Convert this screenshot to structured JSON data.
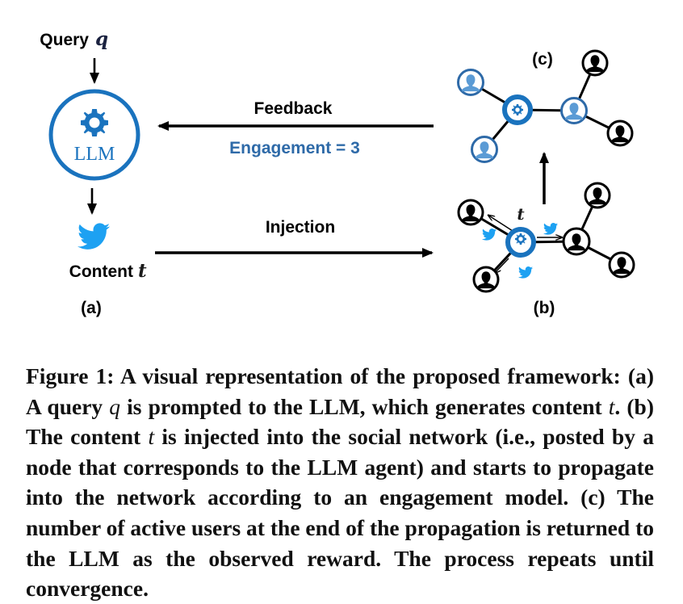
{
  "figure": {
    "panel_a": {
      "query_label": "Query",
      "query_var": "q",
      "llm_label": "LLM",
      "content_label": "Content",
      "content_var": "t",
      "panel_label": "(a)"
    },
    "feedback": {
      "label": "Feedback",
      "engagement_text": "Engagement = 3"
    },
    "injection": {
      "label": "Injection"
    },
    "panel_b": {
      "panel_label": "(b)",
      "content_var": "t"
    },
    "panel_c": {
      "panel_label": "(c)"
    },
    "colors": {
      "llm_blue": "#1a73be",
      "engaged_blue": "#2e6aa8",
      "engaged_fill": "#5b9bd5",
      "twitter_blue": "#1da1f2",
      "engagement_text": "#2e6aa8"
    }
  },
  "caption": {
    "prefix": "Figure 1: A visual representation of the proposed framework: (a) A query ",
    "var_q": "q",
    "part2": " is prompted to the LLM, which generates content ",
    "var_t1": "t",
    "part3": ". (b) The content ",
    "var_t2": "t",
    "part4": " is injected into the social network (i.e., posted by a node that corresponds to the LLM agent) and starts to propagate into the network according to an engagement model. (c) The number of active users at the end of the propagation is returned to the LLM as the observed reward. The process repeats until convergence."
  }
}
